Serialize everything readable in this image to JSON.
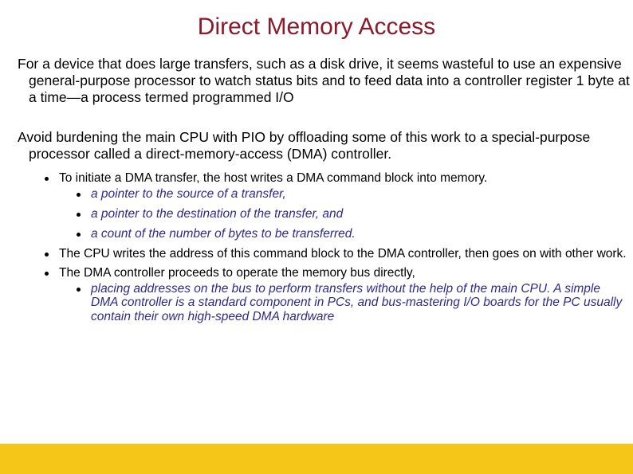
{
  "slide": {
    "title": "Direct Memory Access",
    "para1": "For a device that does large transfers, such as a disk drive, it seems wasteful to use an expensive general-purpose processor to watch status bits and to feed data into a controller register 1 byte at a time—a process termed programmed I/O",
    "para2": "Avoid burdening the main CPU with PIO by offloading some of this work to a special-purpose processor called a direct-memory-access (DMA) controller.",
    "bullets": [
      {
        "text": "To initiate a DMA transfer, the host writes a DMA command block into memory.",
        "sub": [
          "a pointer to the source of a transfer,",
          "a pointer to the destination of the transfer, and",
          "a count of the number of bytes to be transferred."
        ]
      },
      {
        "text": "The CPU writes the address of this command block to the DMA controller, then goes on with other work."
      },
      {
        "text": "The DMA controller proceeds to operate the memory bus directly,",
        "sub": [
          "placing addresses on the bus to perform transfers without the help of the main CPU. A simple DMA controller is a standard component in PCs, and bus-mastering I/O boards for the PC usually contain their own high-speed DMA hardware"
        ]
      }
    ]
  },
  "colors": {
    "title": "#8b1a2b",
    "sub_bullet_text": "#2e2a8c",
    "footer_bar": "#f5c518"
  }
}
